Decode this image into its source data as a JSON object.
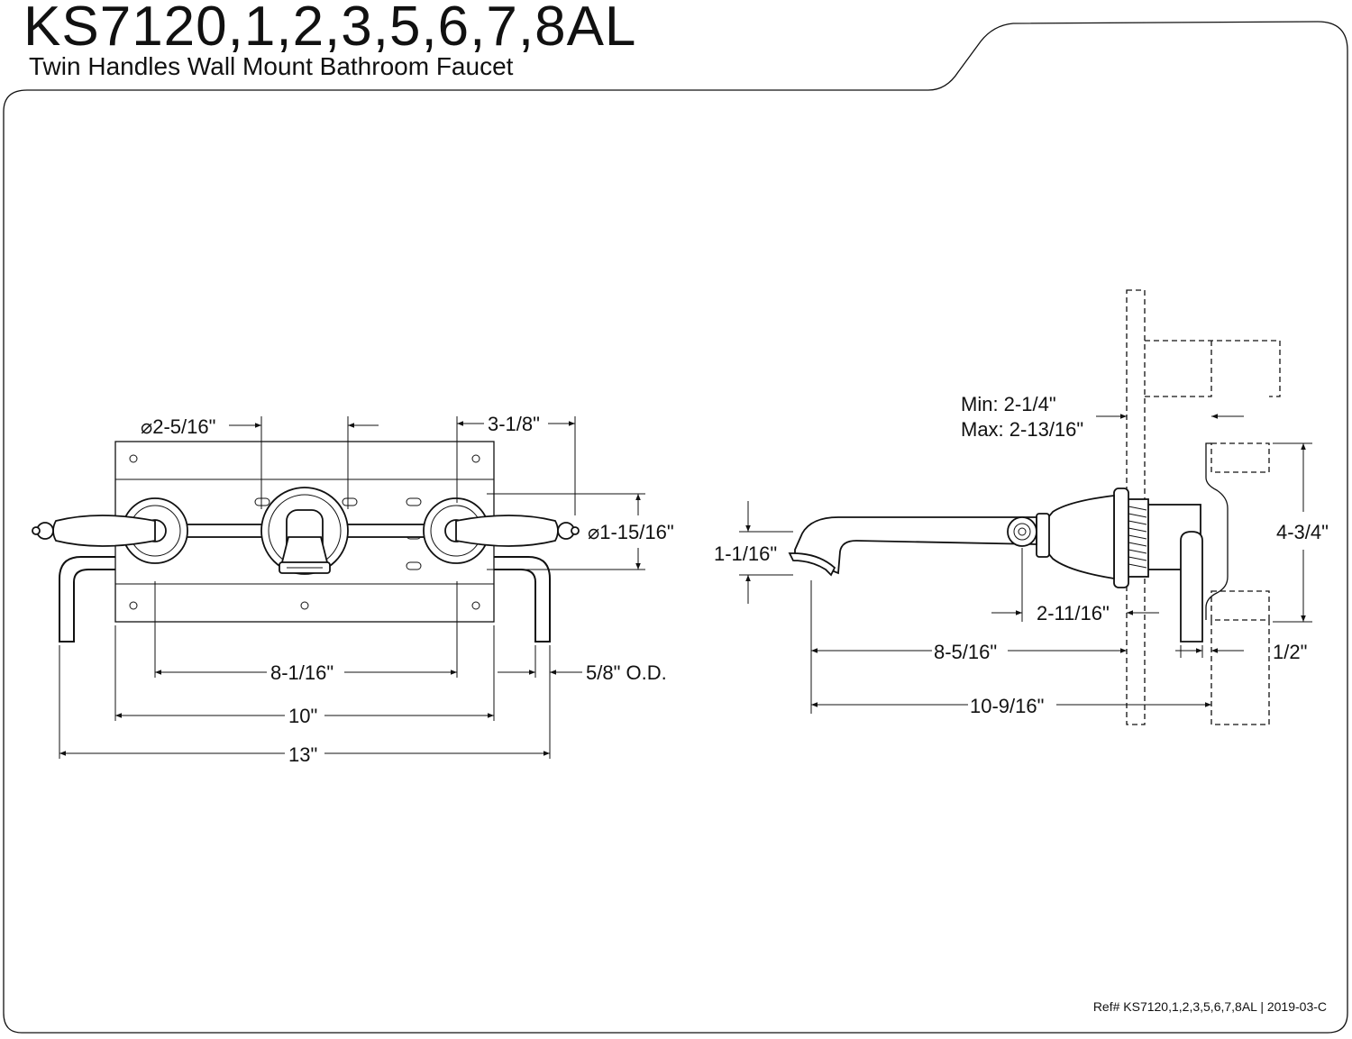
{
  "header": {
    "title": "KS7120,1,2,3,5,6,7,8AL",
    "subtitle": "Twin Handles Wall Mount Bathroom Faucet"
  },
  "front_view": {
    "dims": {
      "flange_dia": "⌀2-5/16\"",
      "center_to_edge": "3-1/8\"",
      "handle_dia": "⌀1-15/16\"",
      "handle_spread": "8-1/16\"",
      "plate_width": "10\"",
      "overall_width": "13\"",
      "pipe_od": "5/8\" O.D."
    }
  },
  "side_view": {
    "dims": {
      "wall_min": "Min: 2-1/4\"",
      "wall_max": "Max: 2-13/16\"",
      "spout_height": "1-1/16\"",
      "valve_height": "4-3/4\"",
      "flange_depth": "2-11/16\"",
      "spout_reach": "8-5/16\"",
      "overall_depth": "10-9/16\"",
      "inlet": "1/2\""
    }
  },
  "footer": {
    "ref": "Ref# KS7120,1,2,3,5,6,7,8AL | 2019-03-C"
  }
}
